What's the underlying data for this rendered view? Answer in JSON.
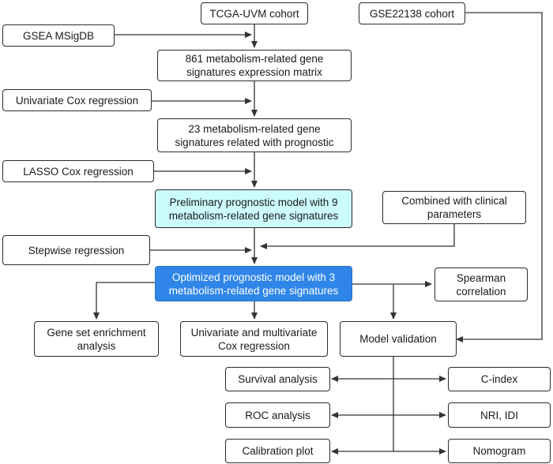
{
  "nodes": {
    "tcga": "TCGA-UVM cohort",
    "gse": "GSE22138 cohort",
    "gsea": "GSEA MSigDB",
    "matrix": "861 metabolism-related gene\nsignatures expression matrix",
    "ucox": "Univariate Cox regression",
    "sig23": "23 metabolism-related gene\nsignatures related with prognostic",
    "lasso": "LASSO Cox regression",
    "prelim": "Preliminary prognostic model with 9\nmetabolism-related gene signatures",
    "clinical": "Combined with clinical\nparameters",
    "stepwise": "Stepwise regression",
    "optimized": "Optimized prognostic model with 3\nmetabolism-related gene signatures",
    "spearman": "Spearman\ncorrelation",
    "gsea_analysis": "Gene set enrichment\nanalysis",
    "multicox": "Univariate and multivariate\nCox regression",
    "validation": "Model validation",
    "survival": "Survival analysis",
    "cindex": "C-index",
    "roc": "ROC analysis",
    "nri": "NRI, IDI",
    "calibration": "Calibration plot",
    "nomogram": "Nomogram"
  },
  "colors": {
    "preliminary_fill": "#ccfbfc",
    "optimized_fill": "#2f86e8",
    "line": "#333333"
  }
}
